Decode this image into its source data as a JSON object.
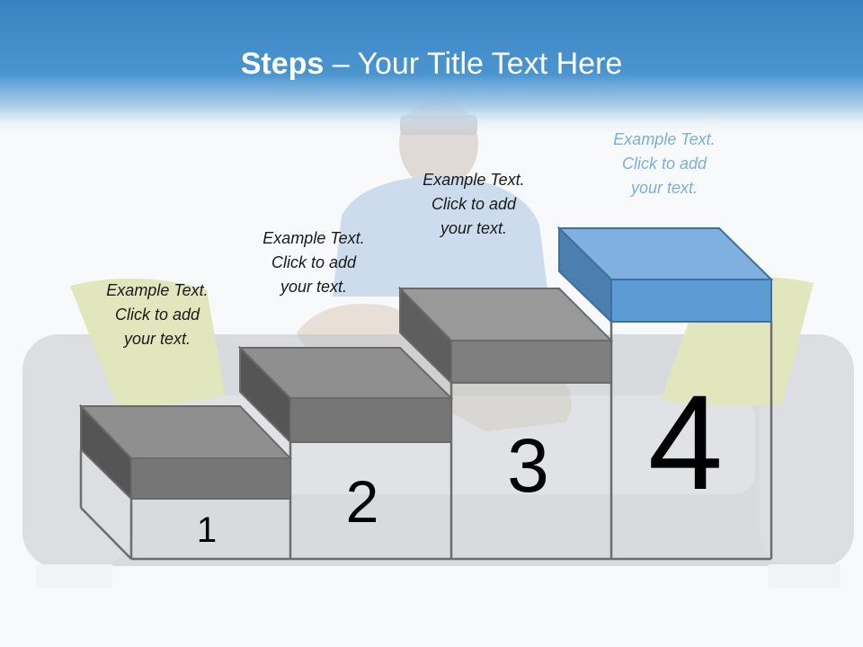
{
  "slide": {
    "title_bold": "Steps",
    "title_rest": " – Your Title Text Here"
  },
  "steps": [
    {
      "number": "1",
      "caption_lines": [
        "Example Text.",
        "Click  to add",
        "your text."
      ]
    },
    {
      "number": "2",
      "caption_lines": [
        "Example Text.",
        "Click  to add",
        "your text."
      ]
    },
    {
      "number": "3",
      "caption_lines": [
        "Example Text.",
        "Click  to add",
        "your text."
      ]
    },
    {
      "number": "4",
      "caption_lines": [
        "Example Text.",
        "Click  to add",
        "your text."
      ]
    }
  ],
  "colors": {
    "title_bar": "#3f8ccb",
    "step_gray_front": "#7a7a7a",
    "step_gray_top": "#999999",
    "step_gray_side": "#555555",
    "step_blue_front": "#5d9bd5",
    "step_blue_top": "#7fb0e0",
    "step_blue_side": "#4a7fb0",
    "sofa": "#c9ccd1",
    "pillow": "#d5dc8a"
  }
}
